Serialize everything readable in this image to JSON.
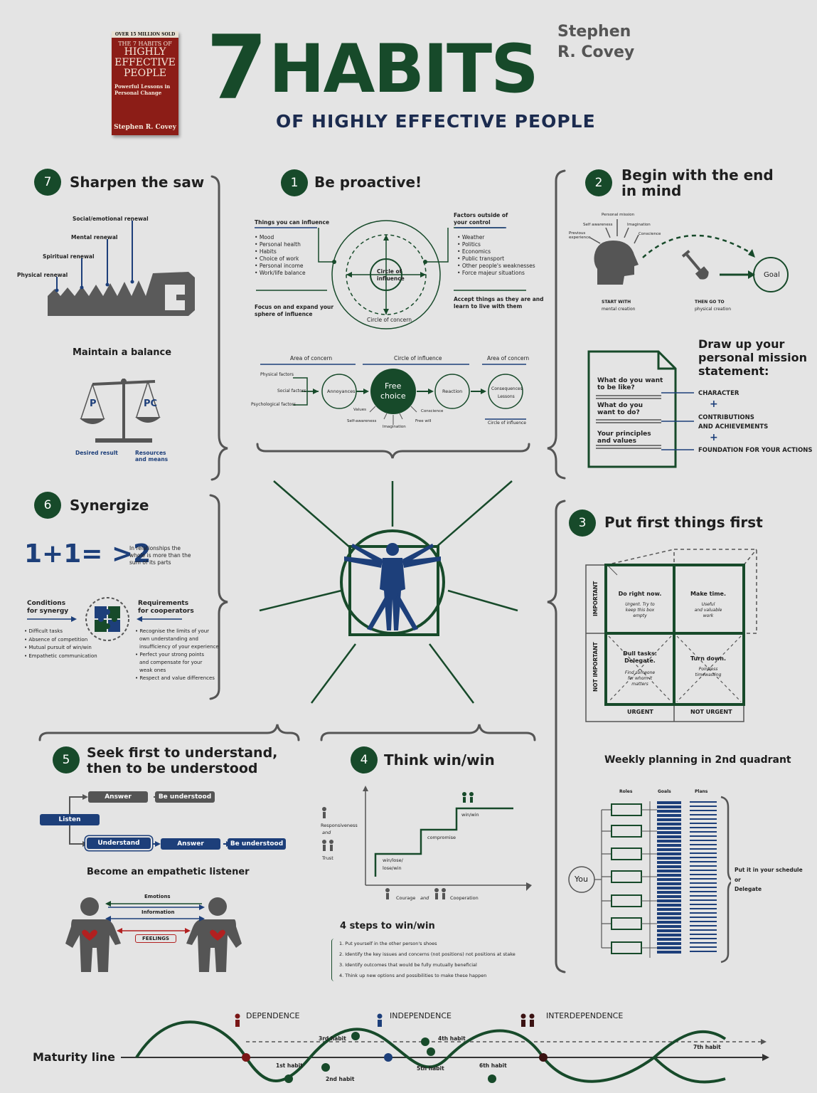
{
  "header": {
    "book": {
      "banner": "OVER 15 MILLION SOLD",
      "title_lines": [
        "THE 7 HABITS OF",
        "HIGHLY",
        "EFFECTIVE",
        "PEOPLE"
      ],
      "subtitle": "Powerful Lessons in Personal Change",
      "author": "Stephen R. Covey"
    },
    "title_num": "7",
    "title_word": "HABITS",
    "subtitle": "OF HIGHLY EFFECTIVE PEOPLE",
    "author_first": "Stephen",
    "author_last": "R. Covey"
  },
  "habit7": {
    "num": "7",
    "title": "Sharpen the saw",
    "renewals": [
      "Social/emotional renewal",
      "Mental renewal",
      "Spiritual renewal",
      "Physical renewal"
    ],
    "balance_title": "Maintain a balance",
    "left_pan": "P",
    "right_pan": "PC",
    "left_label": "Desired result",
    "right_label_1": "Resources",
    "right_label_2": "and means"
  },
  "habit1": {
    "num": "1",
    "title": "Be proactive!",
    "influence_heading": "Things you can influence",
    "influence_items": [
      "Mood",
      "Personal health",
      "Habits",
      "Choice of work",
      "Personal income",
      "Work/life balance"
    ],
    "influence_note": [
      "Focus on and expand your",
      "sphere of influence"
    ],
    "control_heading": [
      "Factors outside of",
      "your control"
    ],
    "control_items": [
      "Weather",
      "Politics",
      "Economics",
      "Public transport",
      "Other people's weaknesses",
      "Force majeur situations"
    ],
    "control_note": [
      "Accept things as they are and",
      "learn to live with them"
    ],
    "circle_inner": [
      "Circle of",
      "influence"
    ],
    "circle_outer": "Circle of concern",
    "flow": {
      "area_left": "Area of concern",
      "circle_mid": "Circle of influence",
      "area_right": "Area of concern",
      "factors": [
        "Physical factors",
        "Social factors",
        "Psychological factors"
      ],
      "annoyances": "Annoyances",
      "free_choice": [
        "Free",
        "choice"
      ],
      "reaction": "Reaction",
      "consequences": [
        "Consequences",
        "Lessons"
      ],
      "traits": [
        "Values",
        "Self-awareness",
        "Imagination",
        "Free will",
        "Conscience"
      ],
      "circle_of_influence_bottom": "Circle of influence"
    }
  },
  "habit2": {
    "num": "2",
    "title_1": "Begin with the end",
    "title_2": "in mind",
    "head_labels": [
      "Personal mission",
      "Self awareness",
      "Imagination",
      "Previous experience",
      "Conscience"
    ],
    "start_1": "START WITH",
    "start_2": "mental creation",
    "then_1": "THEN GO TO",
    "then_2": "physical creation",
    "goal": "Goal",
    "mission_title": [
      "Draw up your",
      "personal mission",
      "statement:"
    ],
    "doc_questions": [
      [
        "What do you want",
        "to be like?"
      ],
      [
        "What do you",
        "want to do?"
      ],
      [
        "Your principles",
        "and values"
      ]
    ],
    "items": [
      "CHARACTER",
      "CONTRIBUTIONS",
      "AND ACHIEVEMENTS",
      "FOUNDATION FOR YOUR ACTIONS"
    ],
    "plus": "+"
  },
  "habit6": {
    "num": "6",
    "title": "Synergize",
    "formula": "1+1= >2",
    "formula_note": [
      "In relationships the",
      "whole is more than the",
      "sum of its parts"
    ],
    "conditions_title": [
      "Conditions",
      "for synergy"
    ],
    "conditions": [
      "Difficult tasks",
      "Absence of competition",
      "Mutual pursuit of win/win",
      "Empathetic communication"
    ],
    "requirements_title": [
      "Requirements",
      "for cooperators"
    ],
    "requirements": [
      [
        "Recognise the limits of your",
        "own understanding and",
        "insufficiency of your experience"
      ],
      [
        "Perfect your strong points",
        "and compensate for your",
        "weak ones"
      ],
      [
        "Respect and value differences"
      ]
    ]
  },
  "habit3": {
    "num": "3",
    "title": "Put first things first",
    "important": "IMPORTANT",
    "not_important": "NOT IMPORTANT",
    "urgent": "URGENT",
    "not_urgent": "NOT URGENT",
    "q1": {
      "title": "Do right now.",
      "sub": [
        "Urgent. Try to",
        "keep this box",
        "empty"
      ]
    },
    "q2": {
      "title": "Make time.",
      "sub": [
        "Useful",
        "and valuable",
        "work"
      ]
    },
    "q3": {
      "title": [
        "Dull tasks:",
        "Delegate."
      ],
      "sub": [
        "Find someone",
        "for whom it",
        "matters"
      ]
    },
    "q4": {
      "title": "Turn down.",
      "sub": [
        "Pointless",
        "timewasting"
      ]
    },
    "weekly_title": "Weekly planning in 2nd quadrant",
    "col_roles": "Roles",
    "col_goals": "Goals",
    "col_plans": "Plans",
    "you": "You",
    "put_1": "Put it in your schedule",
    "put_or": "or",
    "put_2": "Delegate"
  },
  "habit5": {
    "num": "5",
    "title_1": "Seek first to understand,",
    "title_2": "then to be understood",
    "listen": "Listen",
    "answer": "Answer",
    "be_understood": "Be understood",
    "understand": "Understand",
    "empathetic": "Become an empathetic listener",
    "emotions": "Emotions",
    "information": "Information",
    "feelings": "FEELINGS"
  },
  "habit4": {
    "num": "4",
    "title": "Think win/win",
    "y_label_1": "Responsiveness",
    "y_and": "and",
    "y_label_2": "Trust",
    "steps": [
      "win/lose/",
      "lose/win",
      "compromise",
      "win/win"
    ],
    "x_label_1": "Courage",
    "x_and": "and",
    "x_label_2": "Cooperation",
    "steps_title": "4 steps to win/win",
    "step_list": [
      "1. Put yourself in the other person's shoes",
      "2. Identify the key issues and concerns (not positions) not positions at stake",
      "3. Identify outcomes that would be fully mutually beneficial",
      "4. Think up new options and possibilities to make these happen"
    ]
  },
  "maturity": {
    "label": "Maturity line",
    "stages": [
      "DEPENDENCE",
      "INDEPENDENCE",
      "INTERDEPENDENCE"
    ],
    "habits": [
      "1st habit",
      "2nd habit",
      "3rd habit",
      "4th habit",
      "5th habit",
      "6th habit",
      "7th habit"
    ]
  },
  "colors": {
    "green": "#174a2a",
    "blue": "#1d3f7a",
    "red": "#7a1616",
    "grey": "#565656",
    "bg": "#e4e4e4"
  }
}
